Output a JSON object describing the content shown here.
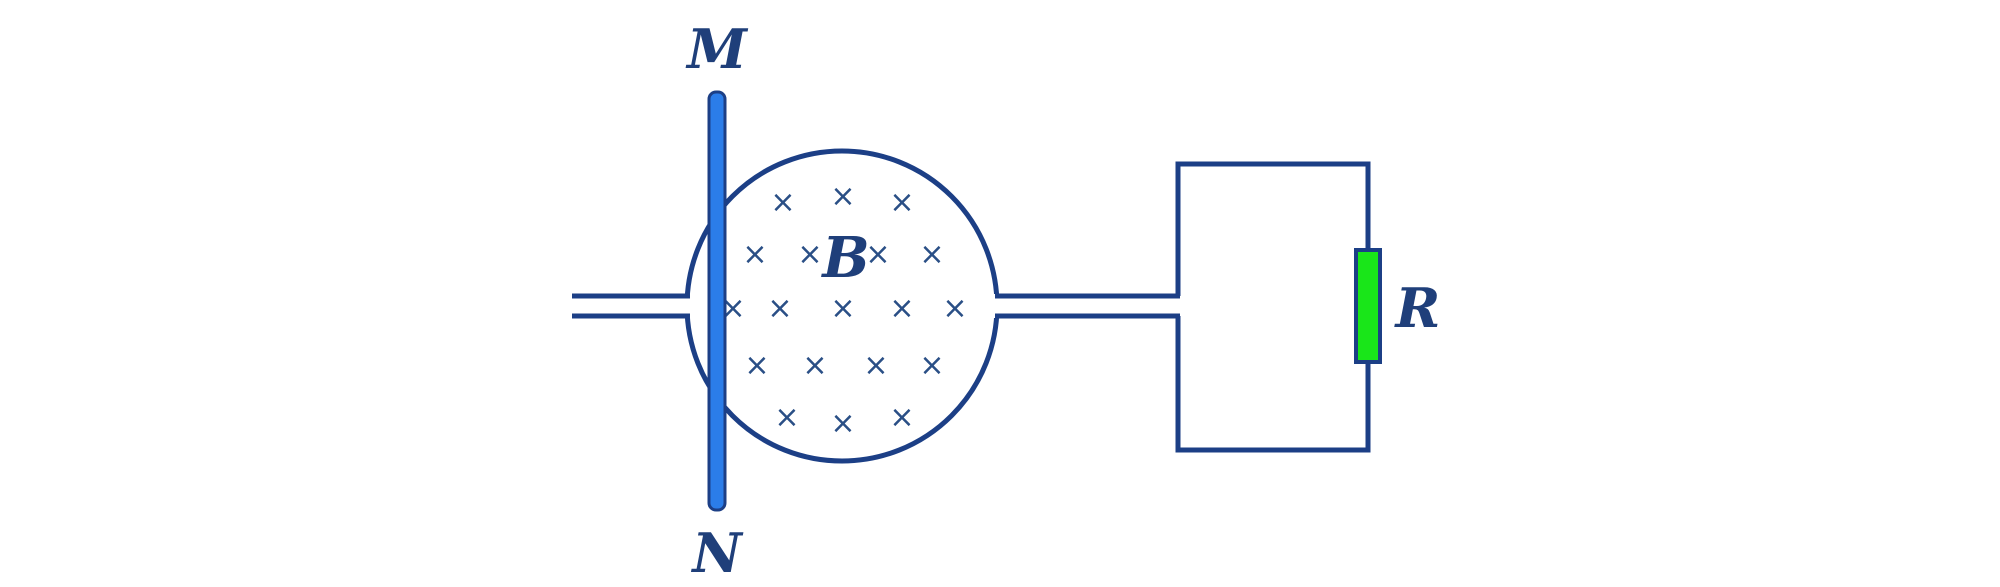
{
  "labels": {
    "rod_top": "M",
    "rod_bottom": "N",
    "field": "B",
    "resistor": "R"
  },
  "field_symbol": "×",
  "colors": {
    "wire": "#1c3f86",
    "rod": "#2b7de9",
    "rod_outline": "#1c3f86",
    "resistor": "#19e619",
    "label": "#1f3f7a",
    "background": "#ffffff"
  }
}
